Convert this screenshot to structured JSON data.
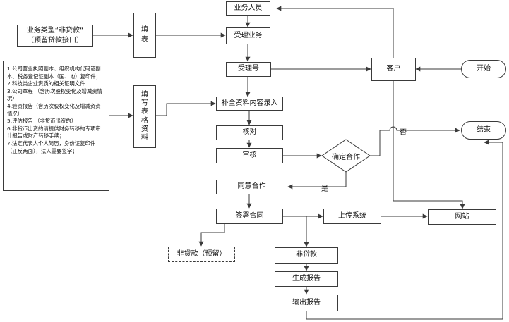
{
  "nodes": {
    "staff": "业务人员",
    "accept": "受理业务",
    "ticket": "受理号",
    "customer": "客户",
    "start": "开始",
    "supplement": "补全资料内容录入",
    "check": "核对",
    "review": "审核",
    "decide": "确定合作",
    "end": "结束",
    "agree": "同意合作",
    "sign": "签署合同",
    "upload": "上传系统",
    "website": "网站",
    "nonloan_reserved": "非贷款（预留）",
    "nonloan": "非贷款",
    "gen_report": "生成报告",
    "output_report": "输出报告",
    "fill_form": "填表",
    "fill_form_chars": [
      "填",
      "表"
    ],
    "fill_materials": "填写表格资料",
    "fill_materials_chars": [
      "填",
      "写",
      "表",
      "格",
      "资",
      "料"
    ]
  },
  "input_note": {
    "line1": "业务类型“非贷款“",
    "line2": "（预留贷款接口）"
  },
  "requirements": [
    "1.公司营业执照副本、组织机构代码证副本、税务登记证副本（国、地）复印件；",
    "2.科技类企业资质的相关证明文件",
    "3.公司章程 （含历次股权变化及增减资情况）",
    "4.验资报告（含历次股权变化及增减资资情况）",
    "5.评估报告 （非货币出资的）",
    "6.非货币出资的请提供财务转移的专项审计报告或财产转移手续；",
    "7.法定代表人个人简历，身份证复印件（正反两面），法人需要签字；"
  ],
  "edge_labels": {
    "no": "否",
    "yes": "是"
  }
}
